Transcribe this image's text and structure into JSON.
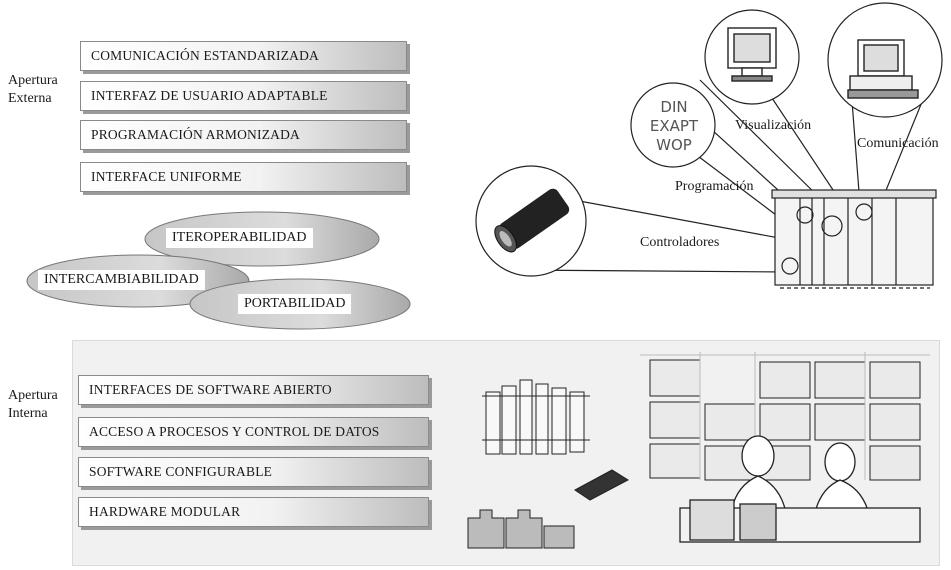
{
  "external": {
    "label_line1": "Apertura",
    "label_line2": "Externa",
    "bars": [
      "COMUNICACIÓN ESTANDARIZADA",
      "INTERFAZ DE USUARIO ADAPTABLE",
      "PROGRAMACIÓN ARMONIZADA",
      "INTERFACE UNIFORME"
    ]
  },
  "ellipses": {
    "top": "ITEROPERABILIDAD",
    "middle": "INTERCAMBIABILIDAD",
    "bottom": "PORTABILIDAD"
  },
  "illustration": {
    "din_lines": [
      "DIN",
      "EXAPT",
      "WOP"
    ],
    "callouts": {
      "visualizacion": "Visualización",
      "comunicacion": "Comunicación",
      "programacion": "Programación",
      "controladores": "Controladores"
    }
  },
  "internal": {
    "label_line1": "Apertura",
    "label_line2": "Interna",
    "bars": [
      "INTERFACES DE SOFTWARE ABIERTO",
      "ACCESO A PROCESOS Y CONTROL DE DATOS",
      "SOFTWARE CONFIGURABLE",
      "HARDWARE MODULAR"
    ]
  }
}
